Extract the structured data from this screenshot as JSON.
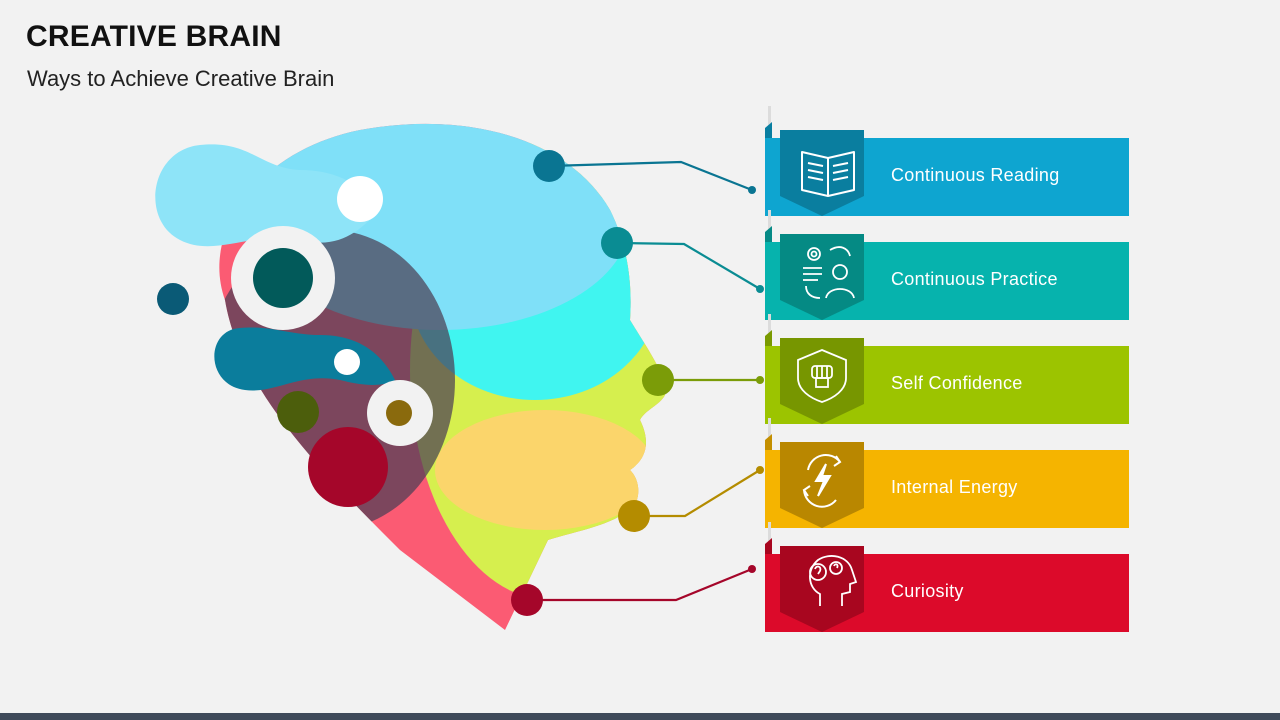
{
  "header": {
    "title": "CREATIVE BRAIN",
    "subtitle": "Ways to Achieve Creative Brain"
  },
  "items": [
    {
      "label": "Continuous Reading",
      "icon": "open-book-icon",
      "color": "#0ea5d0"
    },
    {
      "label": "Continuous Practice",
      "icon": "person-gear-icon",
      "color": "#06b3ad"
    },
    {
      "label": "Self Confidence",
      "icon": "fist-badge-icon",
      "color": "#9cc400"
    },
    {
      "label": "Internal Energy",
      "icon": "energy-cycle-icon",
      "color": "#f5b400"
    },
    {
      "label": "Curiosity",
      "icon": "question-head-icon",
      "color": "#dc0a2a"
    }
  ]
}
